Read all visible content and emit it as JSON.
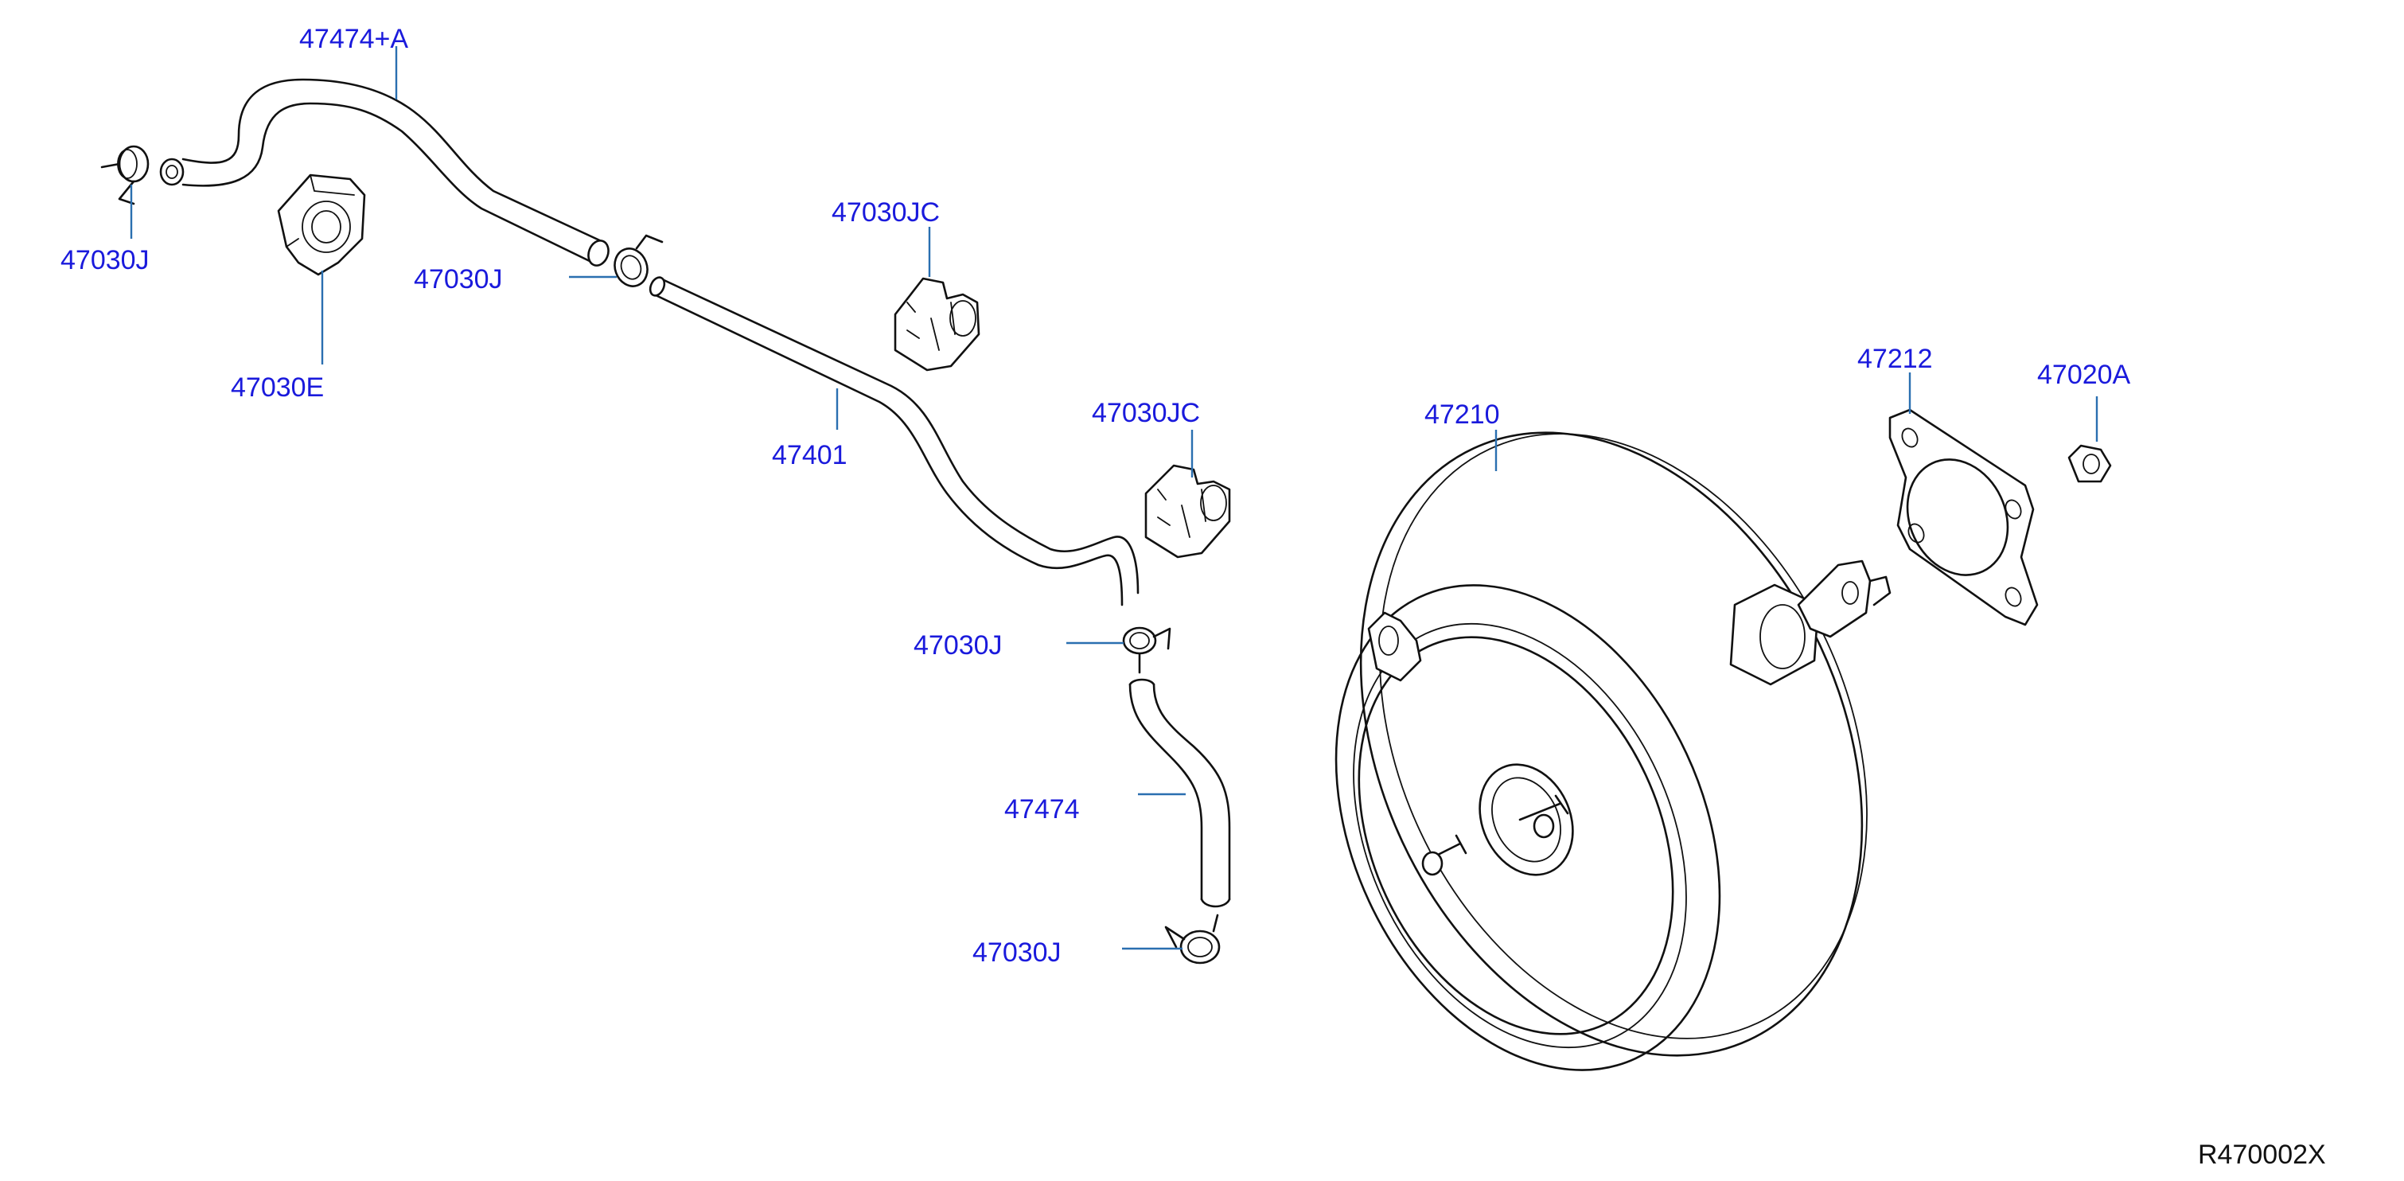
{
  "parts": {
    "hose_upper": "47474+A",
    "clamp_top_left": "47030J",
    "clip_top": "47030E",
    "clamp_mid": "47030J",
    "clip_jc_upper": "47030JC",
    "tube": "47401",
    "clip_jc_lower": "47030JC",
    "clamp_lower": "47030J",
    "hose_lower": "47474",
    "clamp_bottom": "47030J",
    "booster": "47210",
    "gasket": "47212",
    "nut": "47020A"
  },
  "reference_code": "R470002X"
}
